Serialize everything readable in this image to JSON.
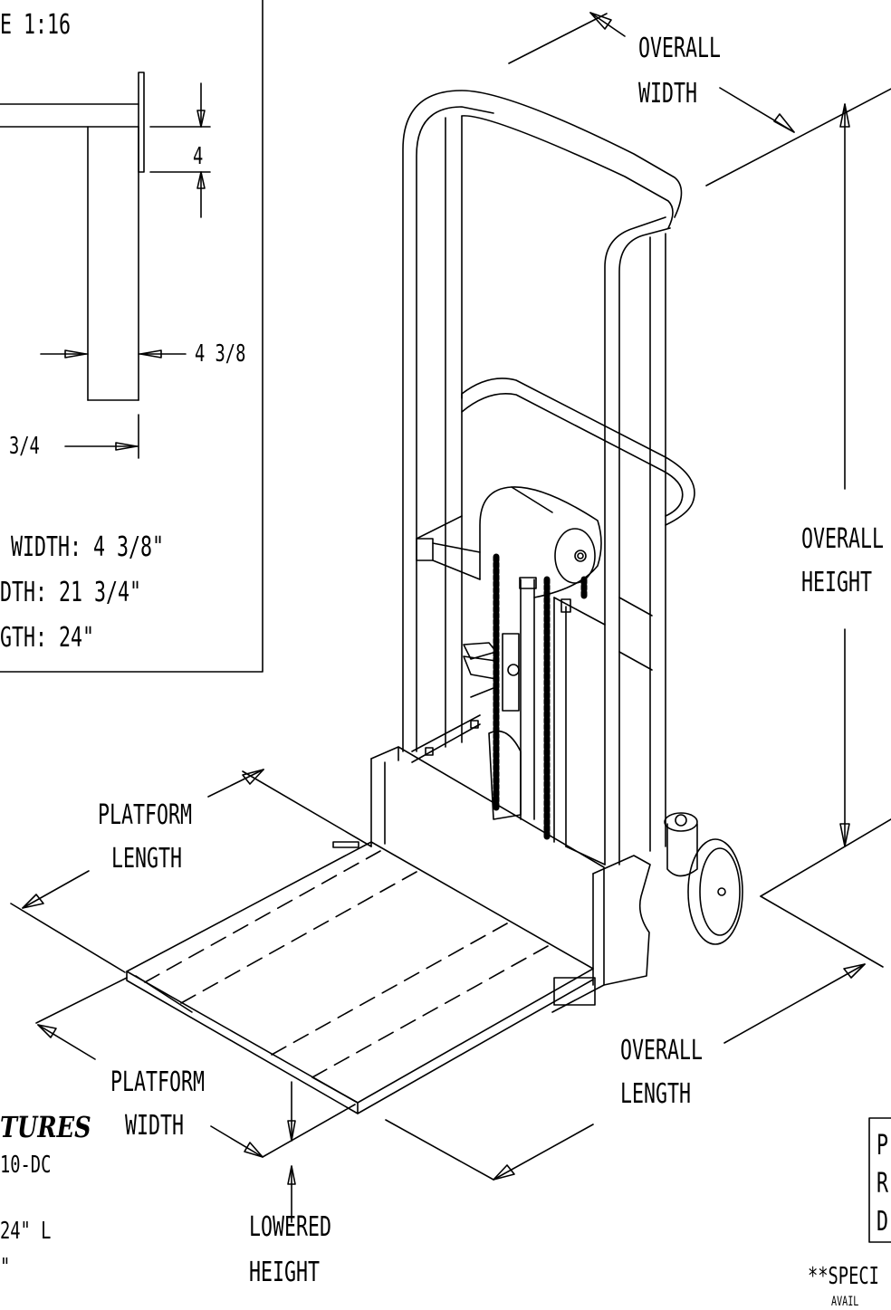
{
  "inset": {
    "scale": "E 1:16",
    "dim_mast_gap": "4",
    "dim_width": "4 3/8",
    "dim_length_partial": "3/4",
    "spec_line_1": "WIDTH: 4 3/8\"",
    "spec_line_2": "DTH: 21 3/4\"",
    "spec_line_3": "GTH: 24\""
  },
  "labels": {
    "overall_width": [
      "OVERALL",
      "WIDTH"
    ],
    "overall_height": [
      "OVERALL",
      "HEIGHT"
    ],
    "platform_length": [
      "PLATFORM",
      "LENGTH"
    ],
    "platform_width": [
      "PLATFORM",
      "WIDTH"
    ],
    "overall_length": [
      "OVERALL",
      "LENGTH"
    ],
    "lowered_height": [
      "LOWERED",
      "HEIGHT"
    ]
  },
  "features": {
    "title": "TURES",
    "model": "10-DC",
    "size": "24\" L",
    "extra": "\""
  },
  "side_box": {
    "letters": [
      "P",
      "R",
      "D"
    ]
  },
  "footnote": {
    "line_1": "**SPECI",
    "line_2": "AVAIL"
  },
  "colors": {
    "line": "#000000",
    "paper": "#ffffff"
  }
}
